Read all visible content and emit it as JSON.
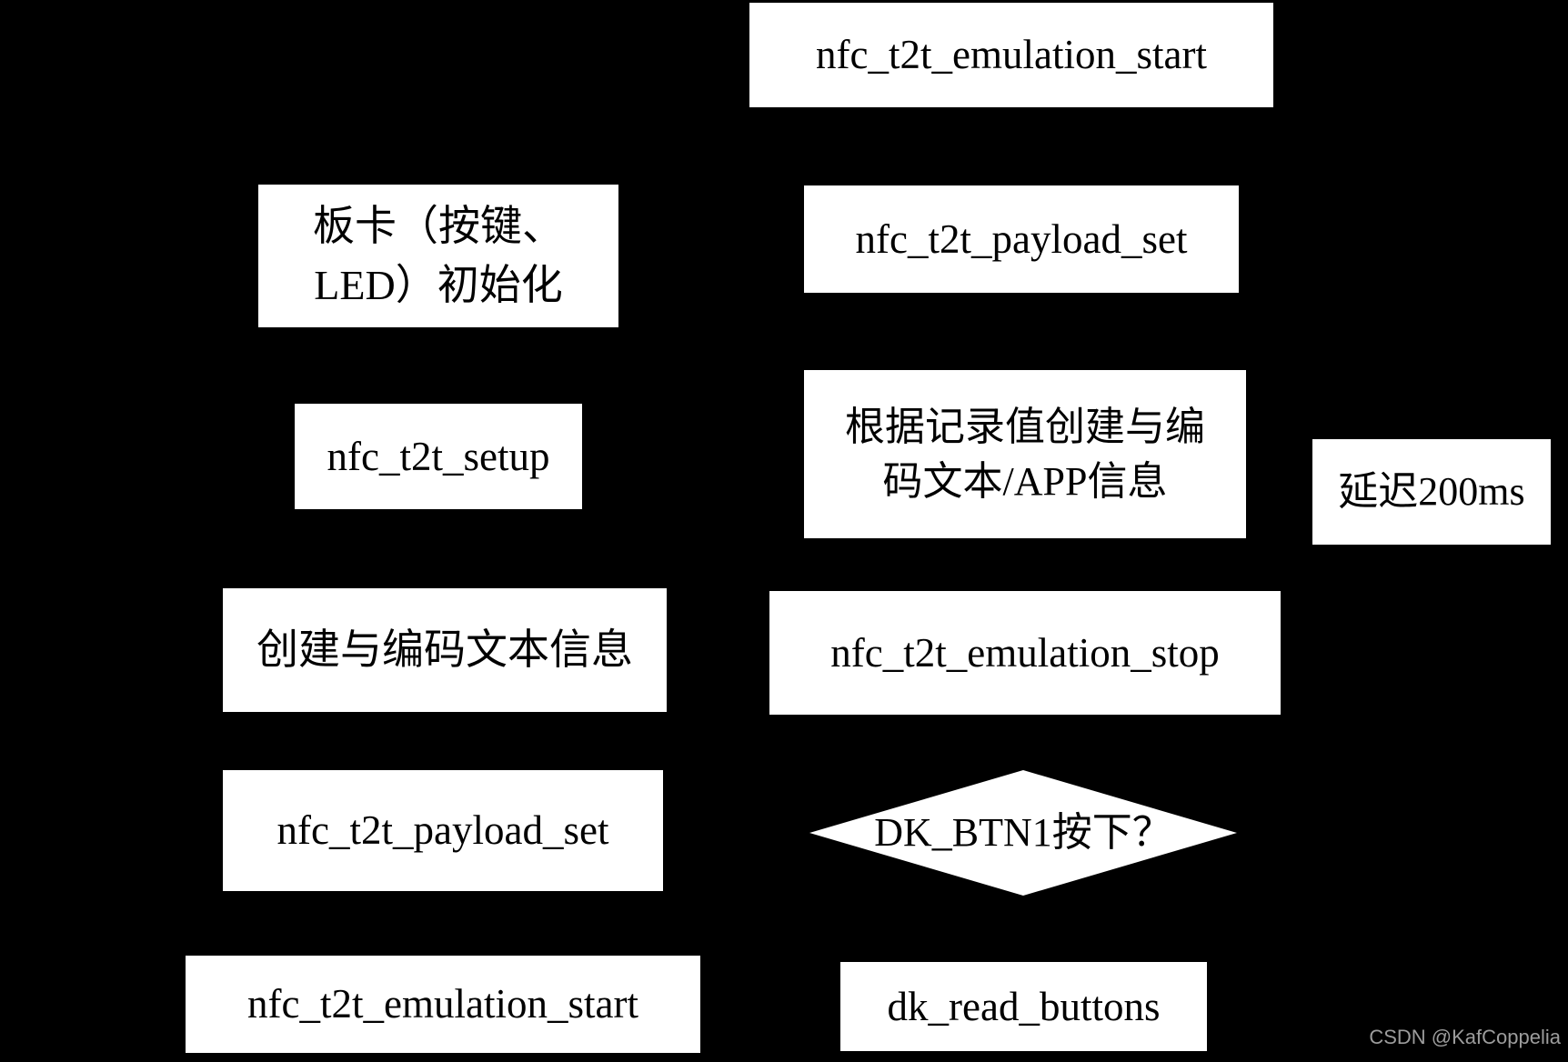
{
  "canvas": {
    "background_color": "#000000",
    "node_fill_color": "#ffffff",
    "node_text_color": "#000000"
  },
  "flowchart": {
    "nodes": [
      {
        "id": "emulation-start-top",
        "shape": "rect",
        "label": "nfc_t2t_emulation_start"
      },
      {
        "id": "board-init",
        "shape": "rect",
        "label": "板卡（按键、\nLED）初始化"
      },
      {
        "id": "payload-set-right",
        "shape": "rect",
        "label": "nfc_t2t_payload_set"
      },
      {
        "id": "nfc-setup",
        "shape": "rect",
        "label": "nfc_t2t_setup"
      },
      {
        "id": "record-encode-info",
        "shape": "rect",
        "label": "根据记录值创建与编\n码文本/APP信息"
      },
      {
        "id": "delay-200ms",
        "shape": "rect",
        "label": "延迟200ms"
      },
      {
        "id": "create-encode-text",
        "shape": "rect",
        "label": "创建与编码文本信息"
      },
      {
        "id": "emulation-stop",
        "shape": "rect",
        "label": "nfc_t2t_emulation_stop"
      },
      {
        "id": "payload-set-left",
        "shape": "rect",
        "label": "nfc_t2t_payload_set"
      },
      {
        "id": "btn1-pressed-decision",
        "shape": "diamond",
        "label": "DK_BTN1按下？"
      },
      {
        "id": "emulation-start-bottom",
        "shape": "rect",
        "label": "nfc_t2t_emulation_start"
      },
      {
        "id": "dk-read-buttons",
        "shape": "rect",
        "label": "dk_read_buttons"
      }
    ]
  },
  "watermark": {
    "text": "CSDN @KafCoppelia",
    "color": "#9c9c9c"
  }
}
